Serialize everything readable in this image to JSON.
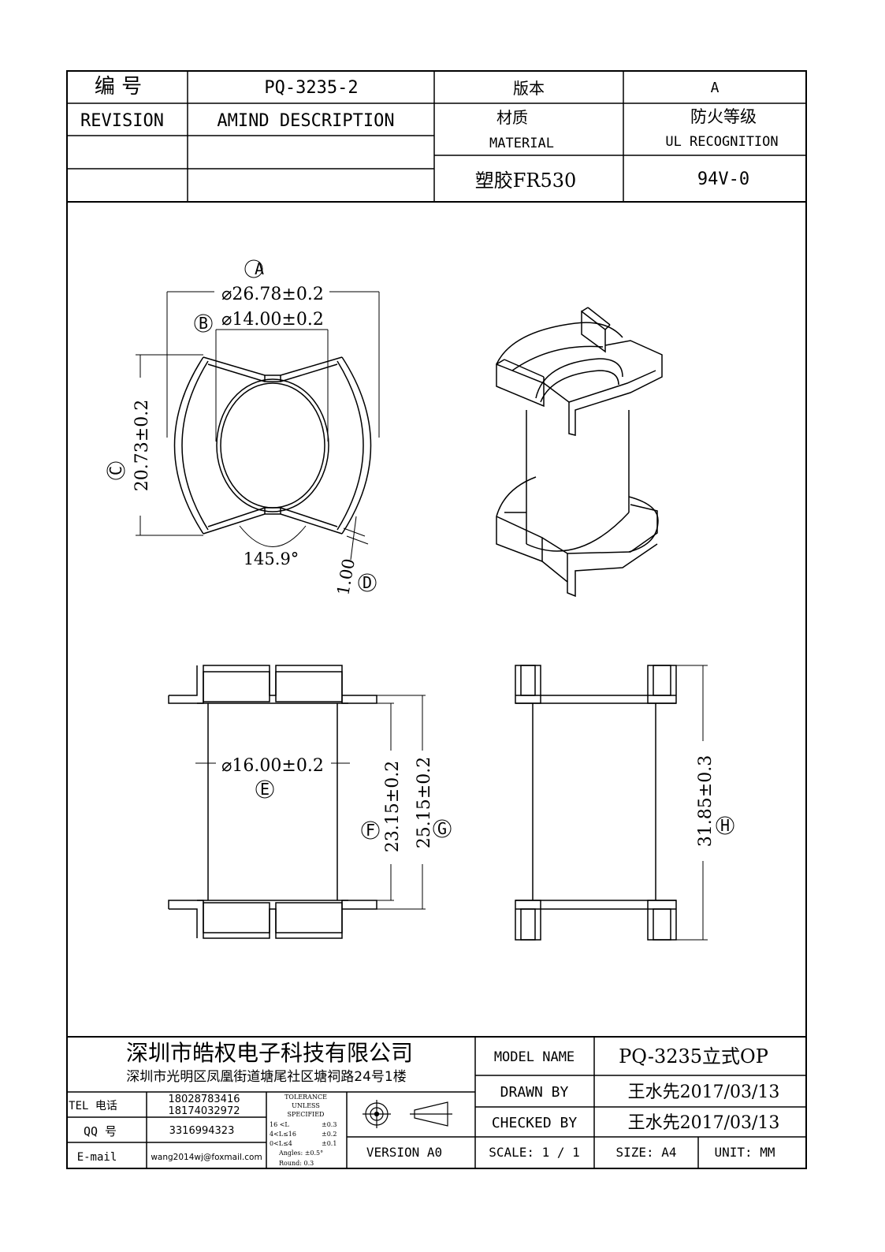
{
  "header": {
    "code_label": "编  号",
    "code_value": "PQ-3235-2",
    "version_label": "版本",
    "version_value": "A",
    "revision_label": "REVISION",
    "amend_label": "AMIND DESCRIPTION",
    "material_label_cn": "材质",
    "material_label_en": "MATERIAL",
    "material_value": "塑胶FR530",
    "ul_label_cn": "防火等级",
    "ul_label_en": "UL RECOGNITION",
    "ul_value": "94V-0"
  },
  "dimensions": {
    "a_marker": "A",
    "a_value": "⌀26.78±0.2",
    "b_marker": "B",
    "b_value": "⌀14.00±0.2",
    "c_marker": "C",
    "c_value": "20.73±0.2",
    "angle_value": "145.9°",
    "d_marker": "D",
    "d_value": "1.00",
    "e_marker": "E",
    "e_value": "⌀16.00±0.2",
    "f_marker": "F",
    "f_value": "23.15±0.2",
    "g_marker": "G",
    "g_value": "25.15±0.2",
    "h_marker": "H",
    "h_value": "31.85±0.3"
  },
  "title_block": {
    "company": "深圳市皓权电子科技有限公司",
    "address": "深圳市光明区凤凰街道塘尾社区塘祠路24号1楼",
    "tel_label": "TEL 电话",
    "tel_1": "18028783416",
    "tel_2": "18174032972",
    "qq_label": "QQ  号",
    "qq_value": "3316994323",
    "email_label": "E-mail",
    "email_value": "wang2014wj@foxmail.com",
    "tolerance": {
      "line1": "TOLERANCE",
      "line2": "UNLESS",
      "line3": "SPECIFIED",
      "r1_range": "16 <L",
      "r1_tol": "±0.3",
      "r2_range": "4<L≤16",
      "r2_tol": "±0.2",
      "r3_range": "0<L≤4",
      "r3_tol": "±0.1",
      "angles": "Angles: ±0.5°",
      "round": "Round: 0.3"
    },
    "version": "VERSION A0",
    "model_name_label": "MODEL NAME",
    "model_name_value": "PQ-3235立式OP",
    "drawn_by_label": "DRAWN BY",
    "drawn_by_value": "王水先2017/03/13",
    "checked_by_label": "CHECKED BY",
    "checked_by_value": "王水先2017/03/13",
    "scale": "SCALE: 1 / 1",
    "size": "SIZE: A4",
    "unit": "UNIT: MM"
  }
}
